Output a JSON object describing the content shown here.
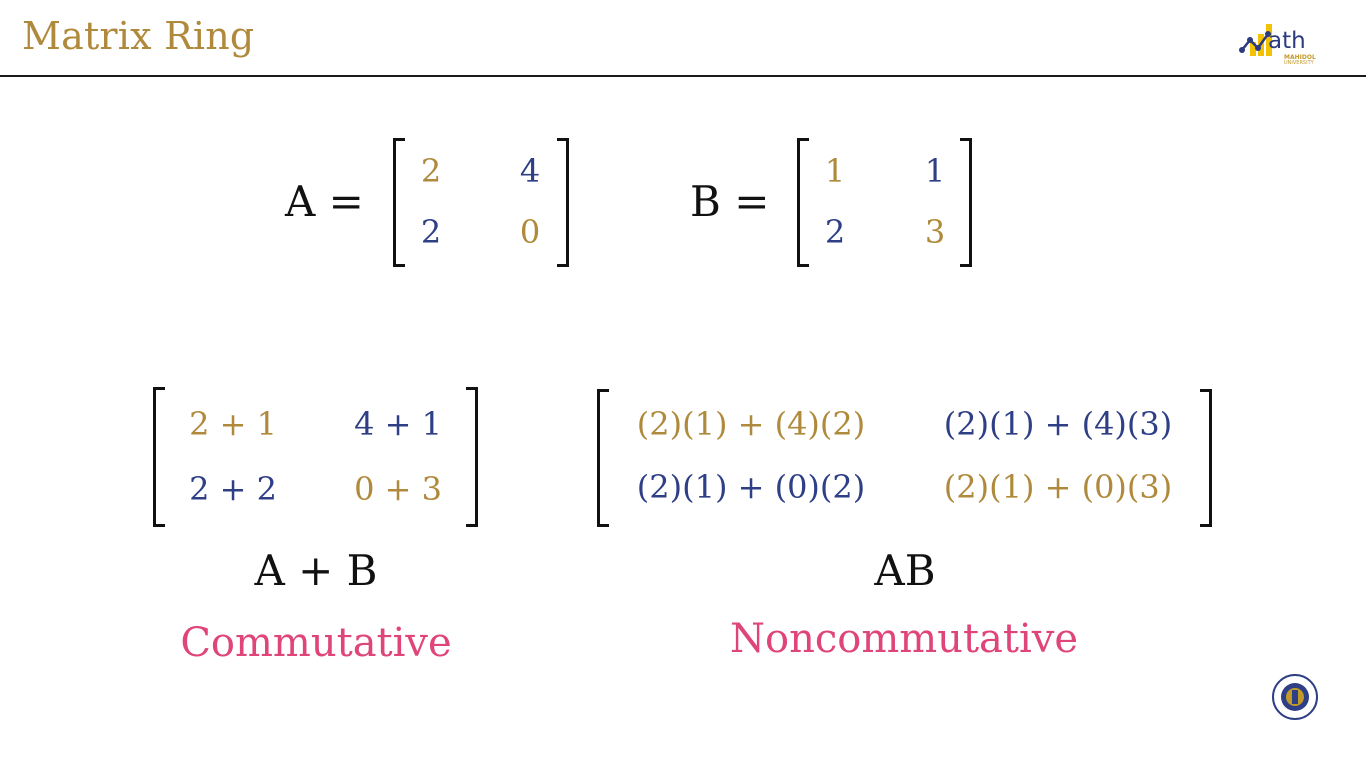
{
  "header": {
    "title": "Matrix Ring",
    "logo_word": "ath",
    "logo_sub1": "MAHIDOL",
    "logo_sub2": "UNIVERSITY"
  },
  "matrix_a": {
    "label": "A =",
    "entries": [
      "2",
      "4",
      "2",
      "0"
    ]
  },
  "matrix_b": {
    "label": "B =",
    "entries": [
      "1",
      "1",
      "2",
      "3"
    ]
  },
  "sum": {
    "entries": [
      "2 + 1",
      "4 + 1",
      "2 + 2",
      "0 + 3"
    ],
    "caption": "A + B",
    "note": "Commutative"
  },
  "product": {
    "entries": [
      "(2)(1) + (4)(2)",
      "(2)(1) + (4)(3)",
      "(2)(1) + (0)(2)",
      "(2)(1) + (0)(3)"
    ],
    "caption": "AB",
    "note": "Noncommutative"
  },
  "colors": {
    "gold": "#b08a3c",
    "blue": "#2e3f86",
    "pink": "#e0457a"
  },
  "icons": [
    "math-logo-icon",
    "university-seal-icon"
  ]
}
